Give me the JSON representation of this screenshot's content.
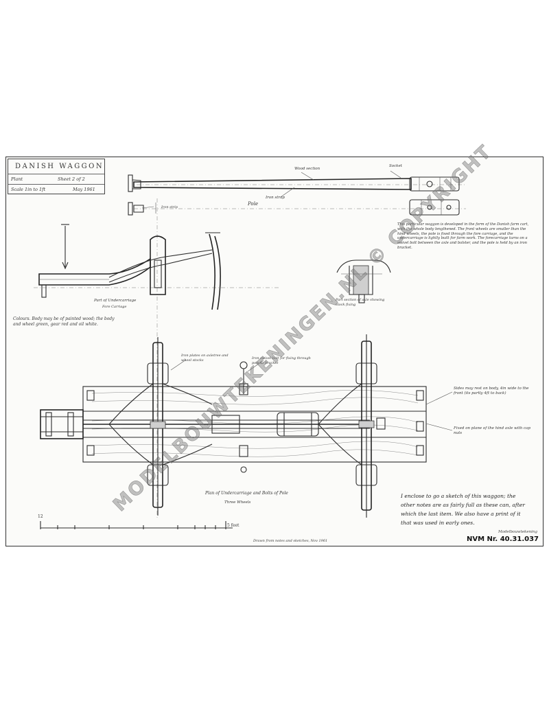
{
  "title_block": {
    "title": "DANISH WAGGON",
    "row2_left": "Plant",
    "row2_right": "Sheet 2 of 2",
    "row3_left": "Scale 1in to 1ft",
    "row3_right": "May 1961"
  },
  "labels": {
    "pole": "Pole",
    "pole_note_top": "Wood section",
    "pole_note_top_right": "Socket",
    "pole_note_bottom": "Iron strap",
    "pole_small_dim": "Iron strip",
    "side_view": "Part of Undercarriage",
    "side_view_sub": "Fore Carriage",
    "section_caption": "Part section of axle showing stock fixing",
    "plan_note_left": "Iron plates on axletree and wheel stocks",
    "plan_note_mid": "Iron swivel bolt for fixing through pole to bracket",
    "plan_caption": "Plan of Undercarriage and Bolts of Pole",
    "plan_caption_sub": "Three Wheels",
    "right_note_1": "Sides may rest on body, 4in wide to the front (its partly 4ft to back)",
    "right_note_2": "Fixed on plane of the hind axle with cap nuts",
    "bottom_credit": "Drawn from notes and sketches, Nov 1961",
    "nr_number": "NVM Nr. 40.31.037",
    "nr_label": "Modelbouwtekening",
    "watermark": "MODELBOUWTEKENINGEN.NL © COPYRIGHT",
    "scale_label_left": "12",
    "scale_label_right": "5 feet"
  },
  "notes": {
    "colours": "Colours. Body may be of painted wood; the body and wheel green, gear red and oil white.",
    "description": "This particular waggon is developed in the form of the Danish farm cart, with the whole body lengthened. The front wheels are smaller than the hind wheels, the pole is fixed through the fore carriage, and the undercarriage is lightly built for farm work. The forecarriage turns on a swivel bolt between the axle and bolster, and the pole is held by an iron bracket.",
    "handwritten": "I enclose to go a sketch of this waggon; the other notes are as fairly full as these can, after which the last item. We also have a print of it that was used in early ones."
  },
  "colors": {
    "ink": "#2b2b2b",
    "paper": "#fbfbf9",
    "watermark": "#787878"
  }
}
